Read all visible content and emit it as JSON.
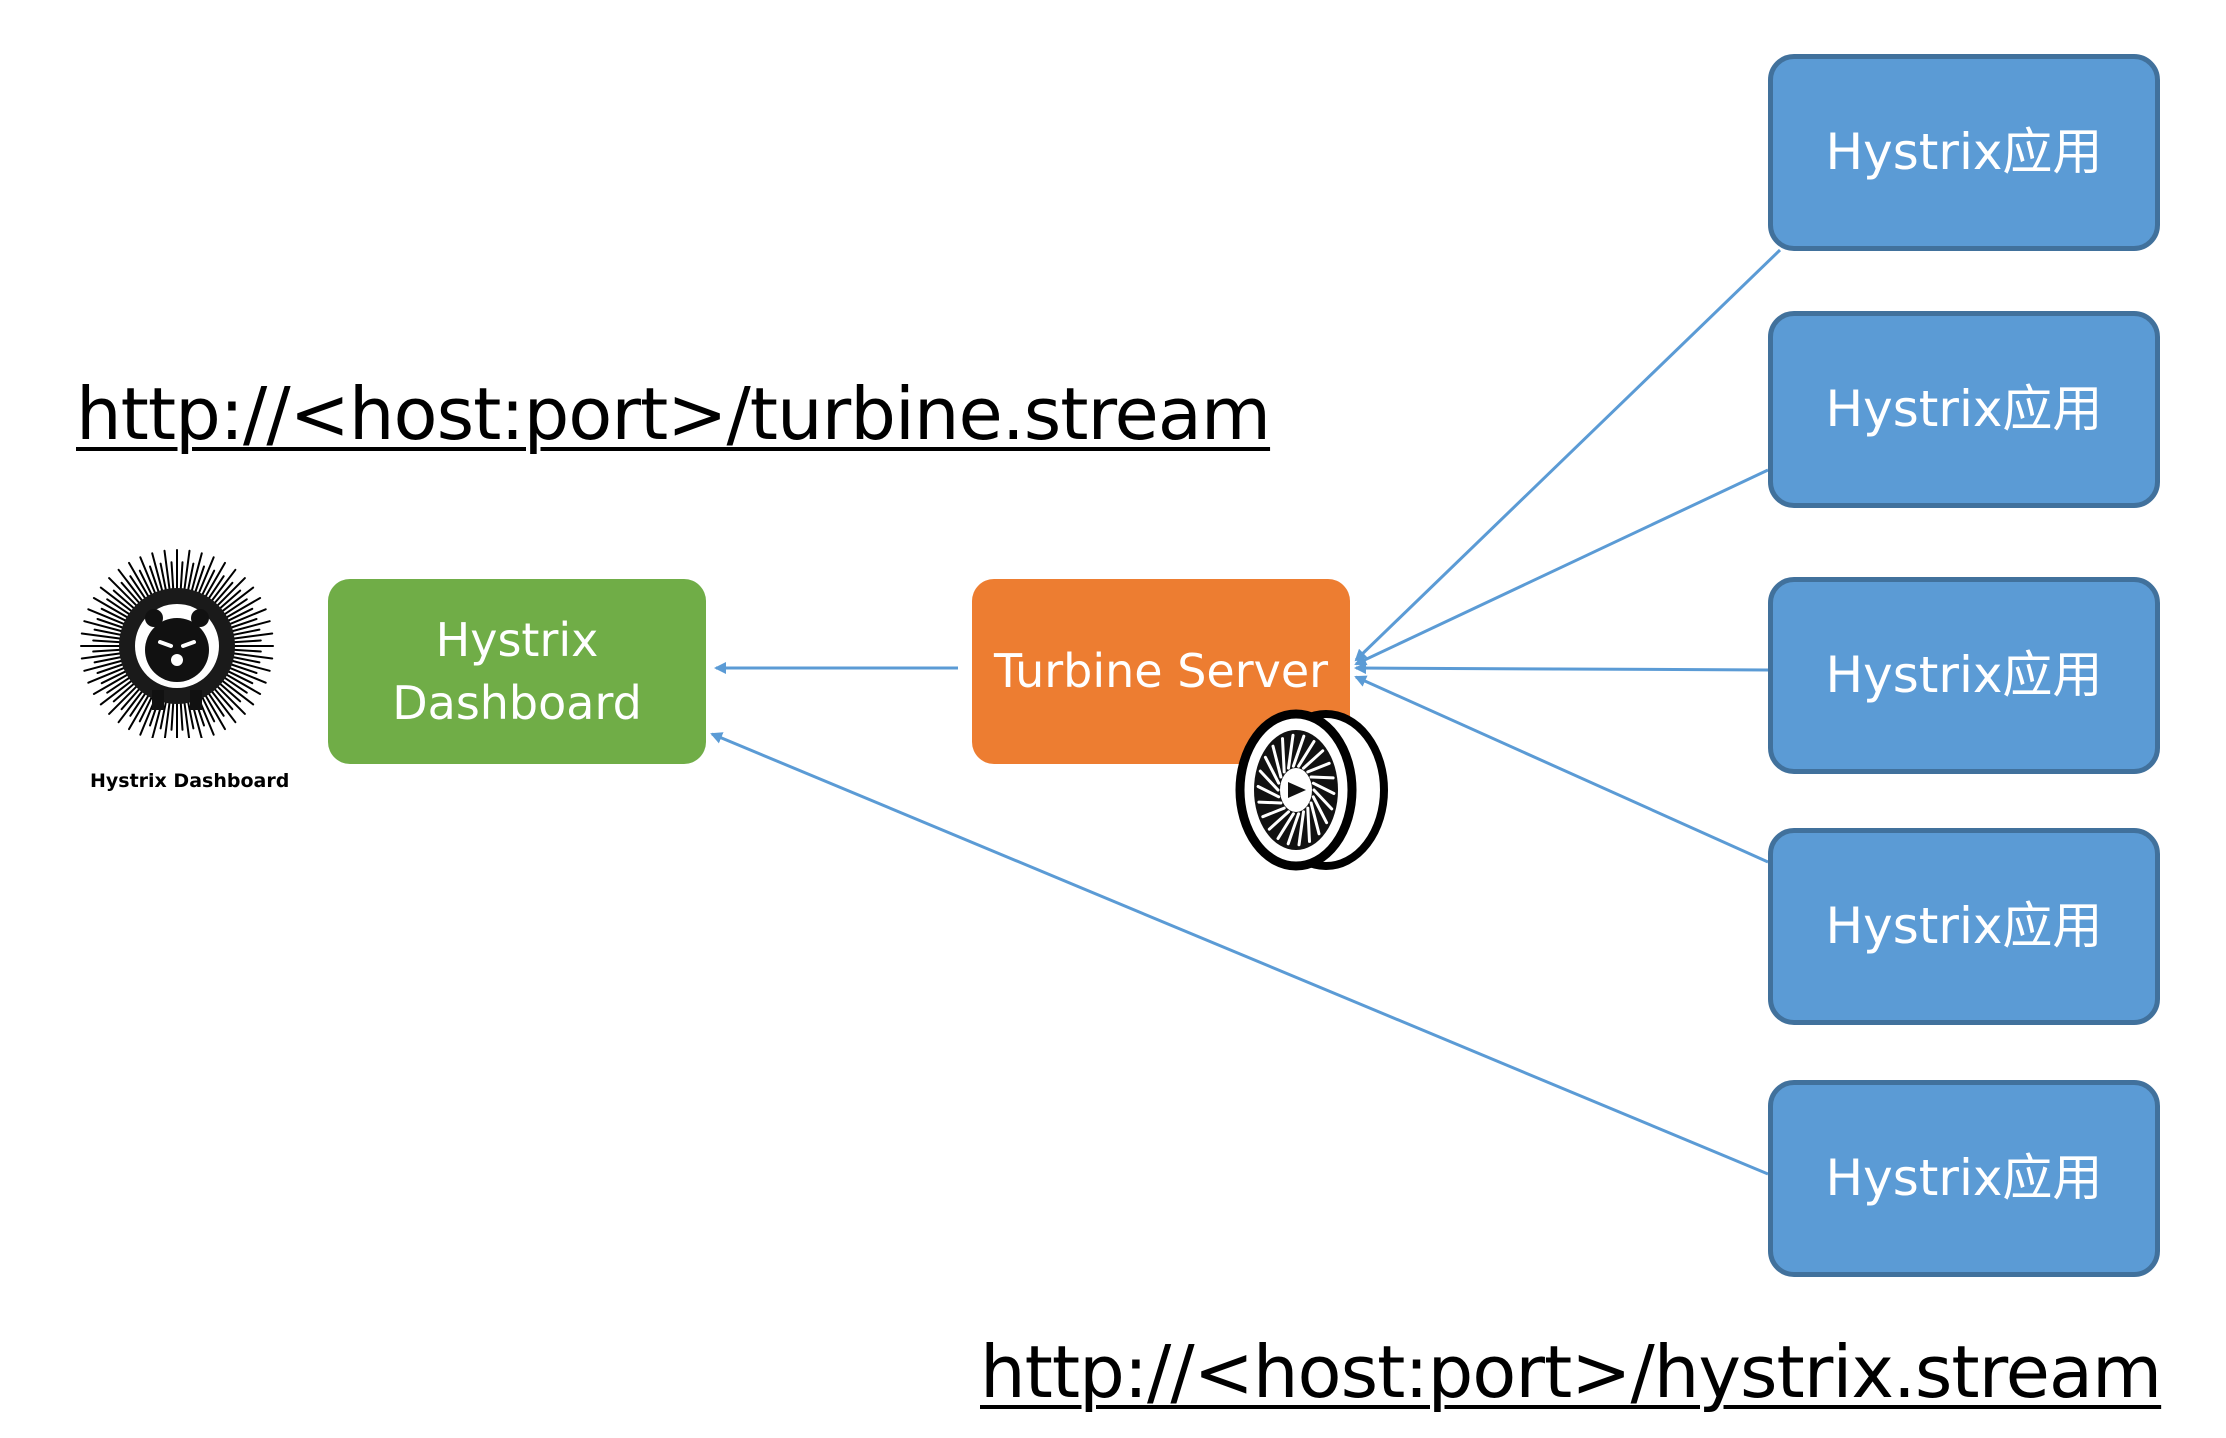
{
  "urls": {
    "turbine_stream": "http://<host:port>/turbine.stream",
    "hystrix_stream": "http://<host:port>/hystrix.stream"
  },
  "logo": {
    "caption": "Hystrix Dashboard",
    "icon": "hedgehog-icon"
  },
  "nodes": {
    "dashboard": {
      "line1": "Hystrix",
      "line2": "Dashboard"
    },
    "turbine": {
      "label": "Turbine Server",
      "icon": "turbine-engine-icon"
    },
    "apps": [
      {
        "label": "Hystrix应用"
      },
      {
        "label": "Hystrix应用"
      },
      {
        "label": "Hystrix应用"
      },
      {
        "label": "Hystrix应用"
      },
      {
        "label": "Hystrix应用"
      }
    ]
  },
  "colors": {
    "dashboard_fill": "#70ad47",
    "turbine_fill": "#ed7d31",
    "app_fill": "#5b9bd5",
    "app_border": "#41719c",
    "connector": "#5b9bd5"
  }
}
